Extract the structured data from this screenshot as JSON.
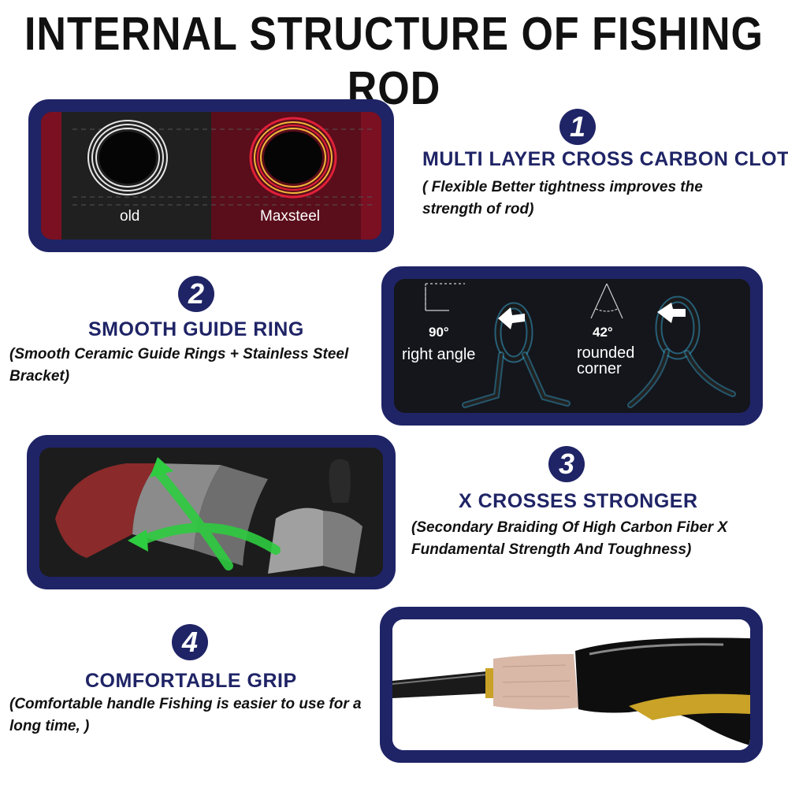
{
  "title": "INTERNAL STRUCTURE OF FISHING ROD",
  "sections": [
    {
      "number": "1",
      "heading": "MULTI LAYER CROSS CARBON CLOTH",
      "description": "( Flexible Better tightness improves the strength of rod)"
    },
    {
      "number": "2",
      "heading": "SMOOTH GUIDE RING",
      "description": "(Smooth Ceramic Guide Rings + Stainless Steel Bracket)"
    },
    {
      "number": "3",
      "heading": "X CROSSES STRONGER",
      "description": "(Secondary Braiding Of High Carbon Fiber X Fundamental Strength And Toughness)"
    },
    {
      "number": "4",
      "heading": "COMFORTABLE GRIP",
      "description": "(Comfortable handle Fishing is easier to use for a long time, )"
    }
  ],
  "panel1": {
    "left_label": "old",
    "right_label": "Maxsteel"
  },
  "panel2": {
    "angle_left": "90°",
    "label_left": "right angle",
    "angle_right": "42°",
    "label_right_1": "rounded",
    "label_right_2": "corner"
  },
  "colors": {
    "navy": "#1f2466",
    "accent_red": "#7a1022",
    "glow_blue": "#3fb8e6",
    "arrow_green": "#2ecc40"
  }
}
